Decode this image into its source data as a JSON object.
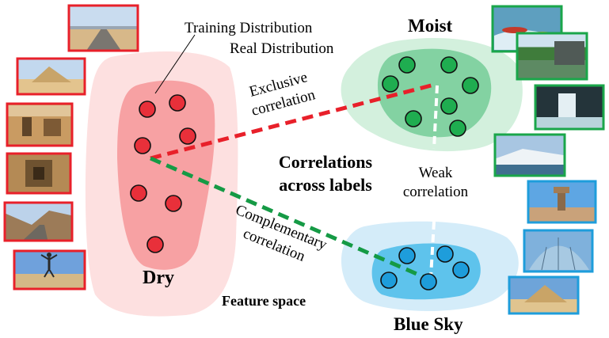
{
  "labels": {
    "training_distribution": "Training Distribution",
    "real_distribution": "Real Distribution",
    "moist": "Moist",
    "dry": "Dry",
    "blue_sky": "Blue Sky",
    "exclusive_line1": "Exclusive",
    "exclusive_line2": "correlation",
    "weak_line1": "Weak",
    "weak_line2": "correlation",
    "complementary_line1": "Complementary",
    "complementary_line2": "correlation",
    "center_line1": "Correlations",
    "center_line2": "across labels",
    "feature_space": "Feature space"
  },
  "colors": {
    "dry_outer": "#fde0e0",
    "dry_inner": "#f7a1a3",
    "dry_point": "#e8303a",
    "moist_outer": "#d3f0dd",
    "moist_inner": "#83d2a2",
    "moist_point": "#1fad50",
    "sky_outer": "#d4ecf9",
    "sky_inner": "#5ec3ec",
    "sky_point": "#1e9ddb",
    "exclusive_line": "#e8202a",
    "complementary_line": "#159a45",
    "dry_frame": "#e8202a",
    "moist_frame": "#1aa64a",
    "sky_frame": "#1e9ddb"
  },
  "images": {
    "dry": [
      "desert-road",
      "pyramid",
      "ancient-ruins",
      "tomb-tunnel",
      "desert-valley-road",
      "jumping-person-desert"
    ],
    "moist": [
      "kayakers",
      "riverbank",
      "waterfall",
      "glacier-lake"
    ],
    "sky": [
      "water-tower-plaza",
      "glass-dome",
      "pyramid-sky"
    ]
  }
}
